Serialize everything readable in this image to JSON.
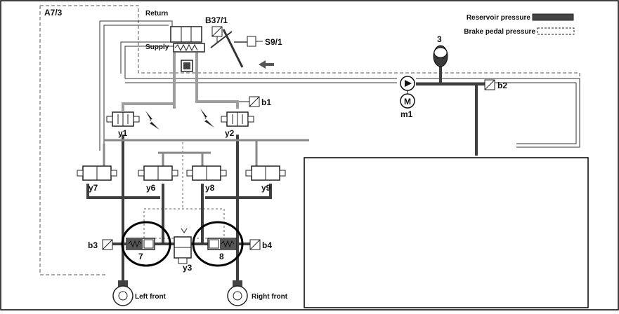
{
  "labels": {
    "module": "A7/3",
    "return": "Return",
    "supply": "Supply",
    "sensor_b37": "B37/1",
    "switch_s9": "S9/1",
    "accumulator": "3",
    "sensor_b2": "b2",
    "sensor_b1": "b1",
    "pump_letter": "M",
    "pump": "m1",
    "valve_y1": "y1",
    "valve_y2": "y2",
    "valve_y7": "y7",
    "valve_y6": "y6",
    "valve_y8": "y8",
    "valve_y9": "y9",
    "sensor_b3": "b3",
    "sensor_b4": "b4",
    "separator_7": "7",
    "separator_8": "8",
    "valve_y3": "y3",
    "wheel_left": "Left front",
    "wheel_right": "Right front"
  },
  "legend": {
    "reservoir": "Reservoir pressure",
    "brake_pedal": "Brake pedal pressure"
  },
  "colors": {
    "reservoir_line": "#4a4a4a",
    "brake_line": "#a8a8a8",
    "highlight_circle": "#000000"
  }
}
